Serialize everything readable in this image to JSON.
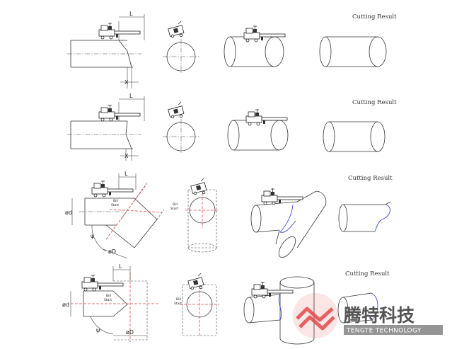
{
  "rows": [
    {
      "result_caption": "Cutting Result",
      "labels": {
        "length": "L",
        "offset": "X"
      }
    },
    {
      "result_caption": "Cutting Result",
      "labels": {
        "length": "L",
        "offset": "X"
      }
    },
    {
      "result_caption": "Cutting Result",
      "labels": {
        "length": "L",
        "branch_dia": "ød",
        "angle": "ψ",
        "main_dia": "øD",
        "start_1": "Bill",
        "start_2": "Start",
        "start_3": "Bill",
        "start_4": "Start"
      }
    },
    {
      "result_caption": "Cutting Result",
      "labels": {
        "length": "L",
        "branch_dia": "ød",
        "angle": "ψ",
        "main_dia": "øD",
        "start_1": "Bill",
        "start_2": "Start",
        "start_3": "Bill",
        "start_4": "Start"
      }
    }
  ],
  "watermark": {
    "company_cn": "腾特科技",
    "company_en": "TENGTE TECHNOLOGY",
    "logo_color": "#e04a4a"
  },
  "colors": {
    "cut_line": "#3b46c9",
    "guide_line": "#e04a4a",
    "drawing": "#333333"
  }
}
